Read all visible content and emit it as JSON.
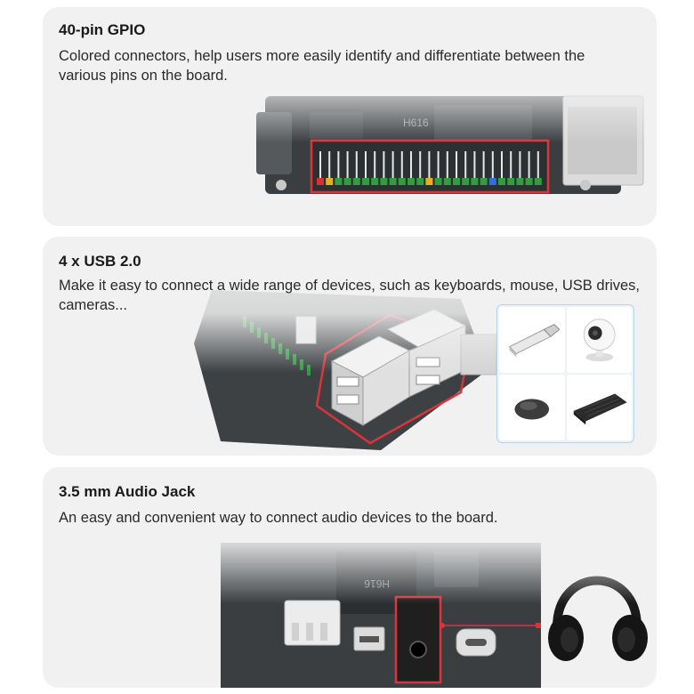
{
  "features": [
    {
      "title": "40-pin GPIO",
      "description": "Colored connectors, help users more easily identify and differentiate between the various pins on the board.",
      "chip_label": "H616"
    },
    {
      "title": "4 x USB 2.0",
      "description": "Make it easy to connect a wide range of devices, such as keyboards, mouse, USB drives, cameras...",
      "devices": [
        "usb-drive-icon",
        "webcam-icon",
        "mouse-icon",
        "keyboard-icon"
      ]
    },
    {
      "title": "3.5 mm Audio Jack",
      "description": "An easy and convenient way to connect audio devices to the board.",
      "chip_label": "H616"
    }
  ],
  "colors": {
    "card_bg": "#f1f1f1",
    "highlight": "#d9343a",
    "board": "#2f3336",
    "pin_green": "#2e9e3f",
    "pin_yellow": "#e2b21b",
    "pin_blue": "#2f6fd6",
    "pin_red": "#d63030"
  }
}
